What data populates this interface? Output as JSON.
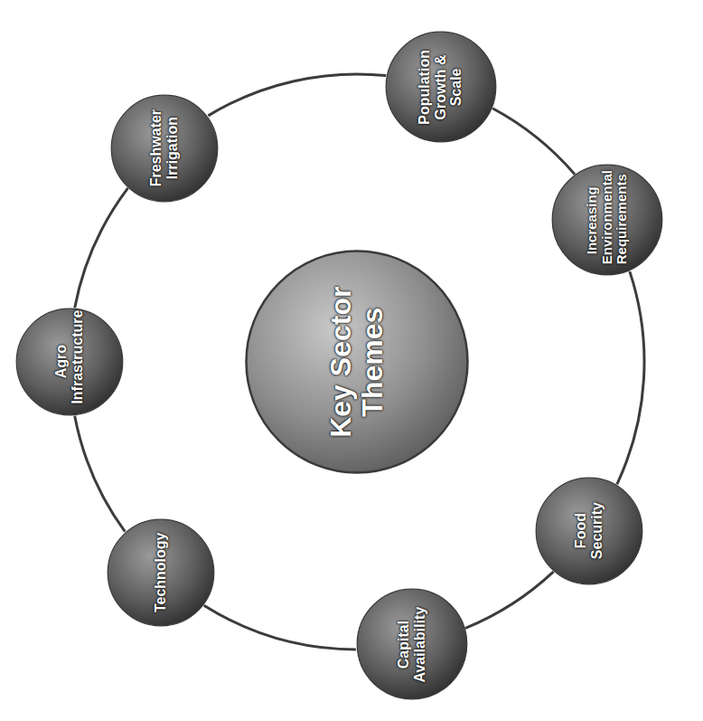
{
  "diagram": {
    "nodes": [
      {
        "text": [
          "Key Sector Themes"
        ]
      },
      {
        "text": [
          "Population Growth & Scale"
        ]
      },
      {
        "text": [
          "Increasing Environmental Requirements"
        ]
      },
      {
        "text": [
          "Food Security"
        ]
      },
      {
        "text": [
          "Capital Availability"
        ]
      },
      {
        "text": [
          "Technology"
        ]
      },
      {
        "text": [
          "Agro Infrastructure"
        ]
      },
      {
        "text": [
          "Freshwater Irrigation"
        ]
      }
    ],
    "edges": [
      {
        "from": 1,
        "to": 2,
        "arrow": "none"
      },
      {
        "from": 2,
        "to": 3,
        "arrow": "none"
      },
      {
        "from": 3,
        "to": 4,
        "arrow": "none"
      },
      {
        "from": 4,
        "to": 5,
        "arrow": "none"
      },
      {
        "from": 5,
        "to": 6,
        "arrow": "none"
      },
      {
        "from": 6,
        "to": 7,
        "arrow": "none"
      },
      {
        "from": 7,
        "to": 1,
        "arrow": "none"
      }
    ]
  }
}
